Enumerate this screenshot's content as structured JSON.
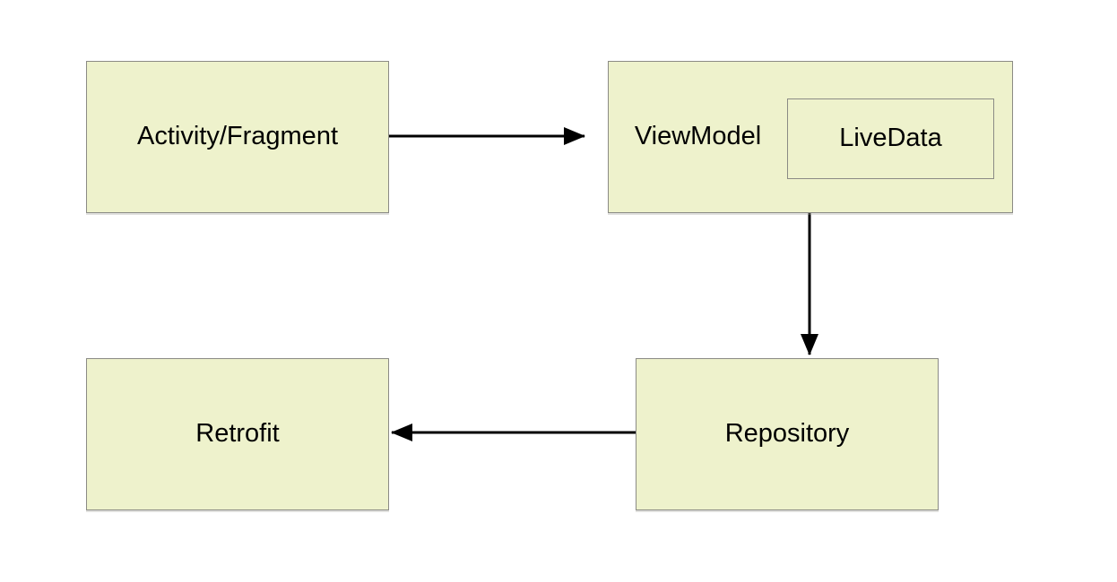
{
  "diagram": {
    "type": "architecture-flow",
    "nodes": {
      "activity_fragment": {
        "label": "Activity/Fragment"
      },
      "viewmodel": {
        "label": "ViewModel"
      },
      "livedata": {
        "label": "LiveData",
        "parent": "viewmodel"
      },
      "repository": {
        "label": "Repository"
      },
      "retrofit": {
        "label": "Retrofit"
      }
    },
    "edges": [
      {
        "from": "activity_fragment",
        "to": "viewmodel",
        "direction": "right"
      },
      {
        "from": "viewmodel",
        "to": "repository",
        "direction": "down"
      },
      {
        "from": "repository",
        "to": "retrofit",
        "direction": "left"
      }
    ],
    "colors": {
      "background": "#ffffff",
      "node_fill": "#eef2cc",
      "node_border": "#8b8b85",
      "arrow": "#000000",
      "text": "#000000"
    }
  }
}
